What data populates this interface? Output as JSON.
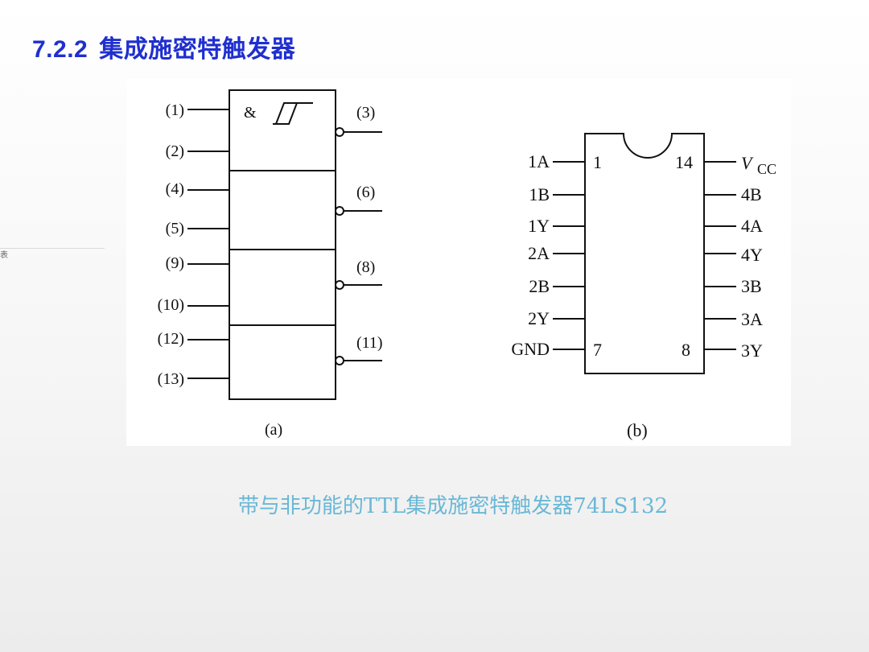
{
  "title": {
    "number": "7.2.2",
    "text": "集成施密特触发器"
  },
  "side_mark": "表",
  "figure_a": {
    "and_symbol": "&",
    "input_labels": [
      "(1)",
      "(2)",
      "(4)",
      "(5)",
      "(9)",
      "(10)",
      "(12)",
      "(13)"
    ],
    "output_labels": [
      "(3)",
      "(6)",
      "(8)",
      "(11)"
    ],
    "caption": "(a)"
  },
  "figure_b": {
    "left_pins": [
      "1A",
      "1B",
      "1Y",
      "2A",
      "2B",
      "2Y",
      "GND"
    ],
    "right_pins": [
      "4B",
      "4A",
      "4Y",
      "3B",
      "3A",
      "3Y"
    ],
    "vcc_main": "V",
    "vcc_sub": "CC",
    "pin_numbers": {
      "top_left": "1",
      "top_right": "14",
      "bottom_left": "7",
      "bottom_right": "8"
    },
    "caption": "(b)"
  },
  "caption": "带与非功能的TTL集成施密特触发器74LS132"
}
